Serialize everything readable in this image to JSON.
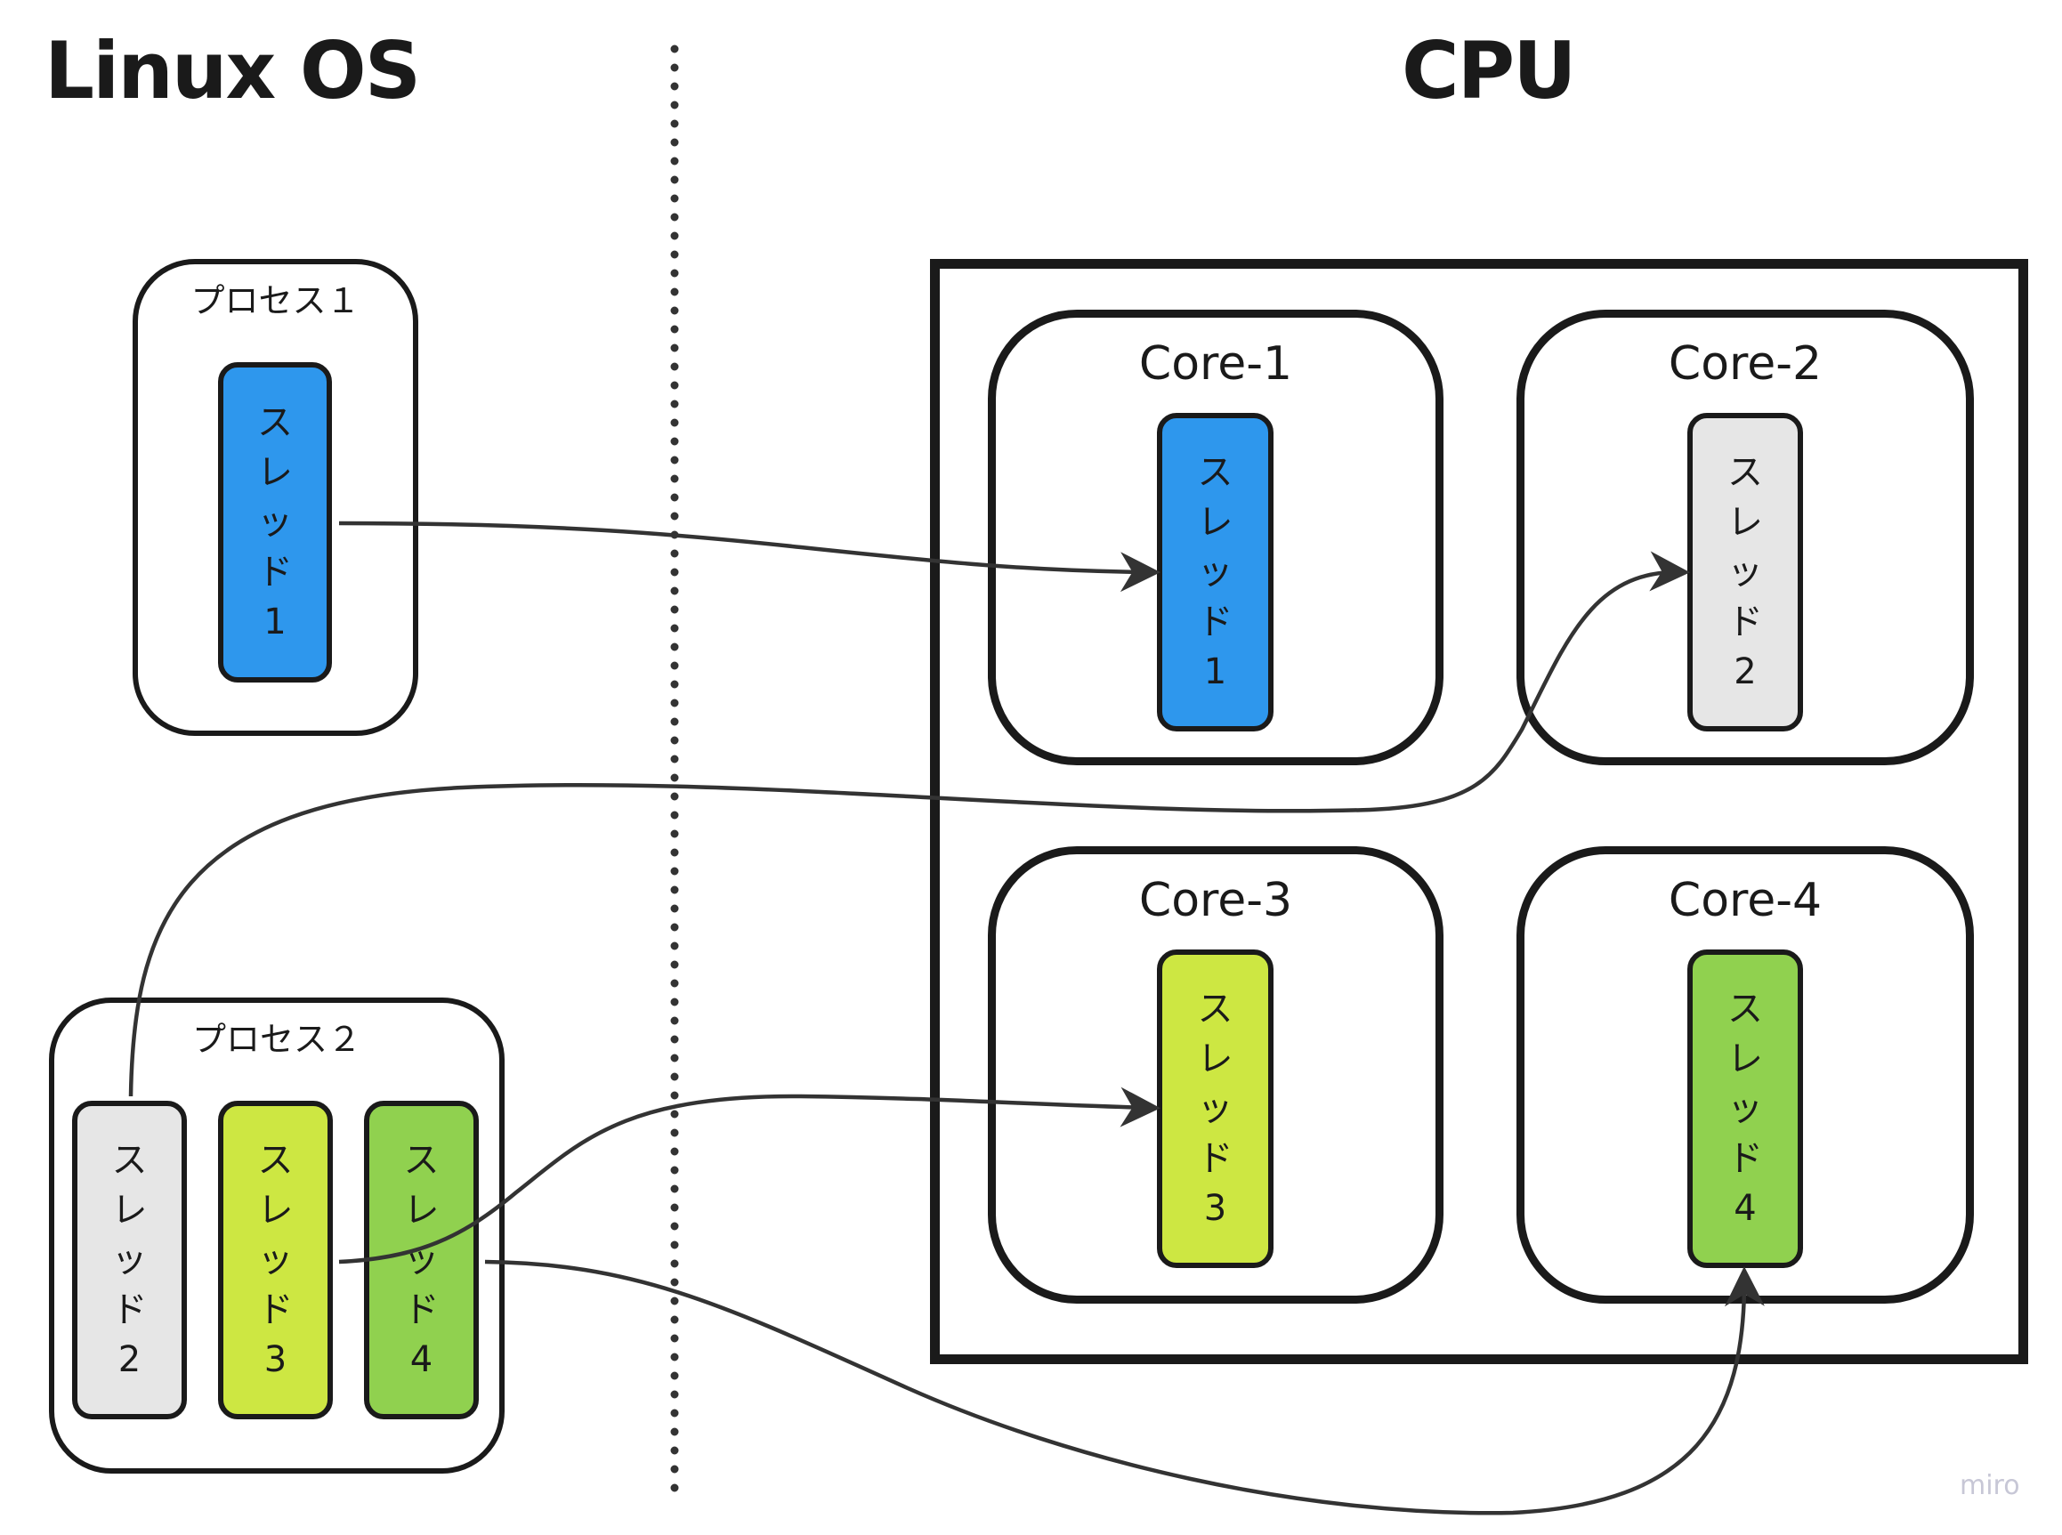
{
  "titles": {
    "left": "Linux OS",
    "right": "CPU"
  },
  "colors": {
    "thread_1": "#2e97ed",
    "thread_2": "#e6e6e6",
    "thread_3": "#cde742",
    "thread_4": "#90d14f",
    "stroke": "#1a1a1a",
    "arrow": "#333333"
  },
  "processes": [
    {
      "label": "プロセス１",
      "threads": [
        {
          "chars": [
            "ス",
            "レ",
            "ッ",
            "ド",
            "1"
          ]
        }
      ]
    },
    {
      "label": "プロセス２",
      "threads": [
        {
          "chars": [
            "ス",
            "レ",
            "ッ",
            "ド",
            "2"
          ]
        },
        {
          "chars": [
            "ス",
            "レ",
            "ッ",
            "ド",
            "3"
          ]
        },
        {
          "chars": [
            "ス",
            "レ",
            "ッ",
            "ド",
            "4"
          ]
        }
      ]
    }
  ],
  "cores": [
    {
      "label": "Core-1",
      "thread_chars": [
        "ス",
        "レ",
        "ッ",
        "ド",
        "1"
      ]
    },
    {
      "label": "Core-2",
      "thread_chars": [
        "ス",
        "レ",
        "ッ",
        "ド",
        "2"
      ]
    },
    {
      "label": "Core-3",
      "thread_chars": [
        "ス",
        "レ",
        "ッ",
        "ド",
        "3"
      ]
    },
    {
      "label": "Core-4",
      "thread_chars": [
        "ス",
        "レ",
        "ッ",
        "ド",
        "4"
      ]
    }
  ],
  "mappings": [
    {
      "from": "プロセス１ スレッド1",
      "to": "Core-1"
    },
    {
      "from": "プロセス２ スレッド2",
      "to": "Core-2"
    },
    {
      "from": "プロセス２ スレッド3",
      "to": "Core-3"
    },
    {
      "from": "プロセス２ スレッド4",
      "to": "Core-4"
    }
  ],
  "watermark": "miro"
}
